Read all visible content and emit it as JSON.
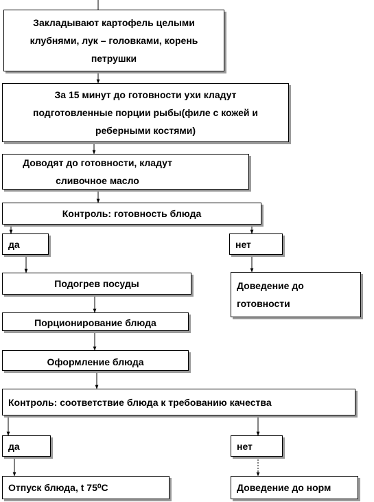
{
  "steps": {
    "add_vegetables": "Закладывают картофель целыми клубнями, лук – головками, корень петрушки",
    "add_fish": "За 15 минут до готовности ухи кладут подготовленные порции рыбы(филе с кожей и реберными костями)",
    "finish": "Доводят до готовности, кладут сливочное масло",
    "control1": "Контроль: готовность блюда",
    "yes1": "да",
    "no1": "нет",
    "heat_dishes": "Подогрев посуды",
    "bring_to_ready": "Доведение до готовности",
    "portioning": "Порционирование блюда",
    "decoration": "Оформление блюда",
    "control2": "Контроль: соответствие блюда к требованию качества",
    "yes2": "да",
    "no2": "нет",
    "serve": "Отпуск блюда, t 75⁰С",
    "bring_to_norm": "Доведение до норм"
  }
}
